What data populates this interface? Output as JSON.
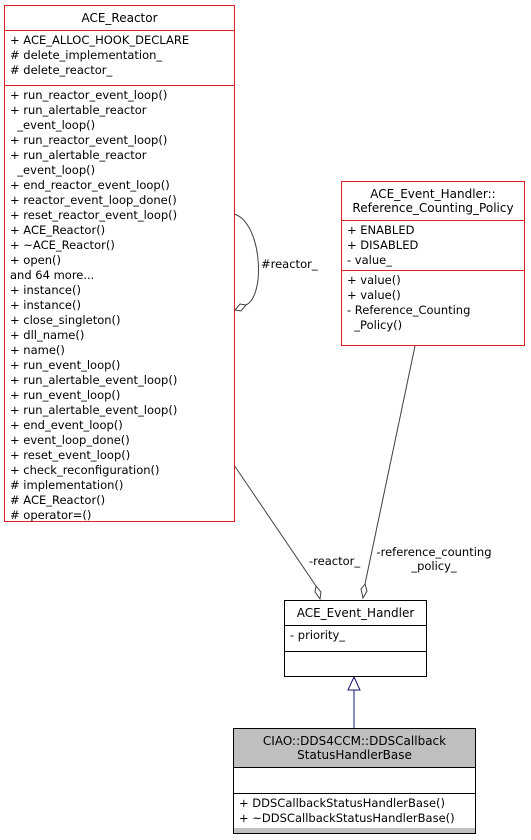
{
  "classes": {
    "ace_reactor": {
      "title": "ACE_Reactor",
      "attributes": [
        "+ ACE_ALLOC_HOOK_DECLARE",
        "# delete_implementation_",
        "# delete_reactor_"
      ],
      "methods": [
        "+ run_reactor_event_loop()",
        "+ run_alertable_reactor",
        "  _event_loop()",
        "+ run_reactor_event_loop()",
        "+ run_alertable_reactor",
        "  _event_loop()",
        "+ end_reactor_event_loop()",
        "+ reactor_event_loop_done()",
        "+ reset_reactor_event_loop()",
        "+ ACE_Reactor()",
        "+ ~ACE_Reactor()",
        "+ open()",
        "and 64 more...",
        "+ instance()",
        "+ instance()",
        "+ close_singleton()",
        "+ dll_name()",
        "+ name()",
        "+ run_event_loop()",
        "+ run_alertable_event_loop()",
        "+ run_event_loop()",
        "+ run_alertable_event_loop()",
        "+ end_event_loop()",
        "+ event_loop_done()",
        "+ reset_event_loop()",
        "+ check_reconfiguration()",
        "# implementation()",
        "# ACE_Reactor()",
        "# operator=()"
      ]
    },
    "ref_counting_policy": {
      "title_line1": "ACE_Event_Handler::",
      "title_line2": "Reference_Counting_Policy",
      "attributes": [
        "+ ENABLED",
        "+ DISABLED",
        "- value_"
      ],
      "methods": [
        "+ value()",
        "+ value()",
        "- Reference_Counting",
        "  _Policy()"
      ]
    },
    "ace_event_handler": {
      "title": "ACE_Event_Handler",
      "attributes": [
        "- priority_"
      ],
      "methods": []
    },
    "dds_callback": {
      "title_line1": "CIAO::DDS4CCM::DDSCallback",
      "title_line2": "StatusHandlerBase",
      "attributes": [],
      "methods": [
        "+ DDSCallbackStatusHandlerBase()",
        "+ ~DDSCallbackStatusHandlerBase()"
      ]
    }
  },
  "edges": {
    "self_reactor": "#reactor_",
    "reactor_to_handler": "-reactor_",
    "policy_to_handler_line1": "-reference_counting",
    "policy_to_handler_line2": "_policy_"
  },
  "colors": {
    "class_border": "#e02020",
    "derived_fill": "#bfbfbf",
    "inheritance_arrow": "#191970",
    "association": "#404040"
  }
}
